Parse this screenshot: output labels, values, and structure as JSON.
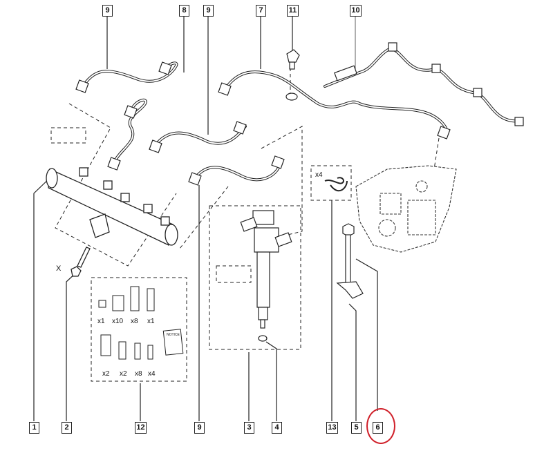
{
  "diagram": {
    "title": "Fuel injection system exploded parts diagram",
    "highlight_color": "#d0202a",
    "line_color": "#222222",
    "highlighted_callout": "6",
    "top_callouts": [
      {
        "id": "9",
        "part": "high-pressure pipe (rail to injector 1)"
      },
      {
        "id": "8",
        "part": "high-pressure pipe (rail to injector 2)"
      },
      {
        "id": "9",
        "part": "high-pressure pipe (rail to injector 3)"
      },
      {
        "id": "7",
        "part": "high-pressure pipe (pump to rail)"
      },
      {
        "id": "11",
        "part": "bolt"
      },
      {
        "id": "10",
        "part": "fuel return hose"
      }
    ],
    "bottom_callouts": [
      {
        "id": "1",
        "part": "injection rail"
      },
      {
        "id": "2",
        "part": "rail mounting bolt"
      },
      {
        "id": "12",
        "part": "seal kit"
      },
      {
        "id": "9",
        "part": "high-pressure pipe"
      },
      {
        "id": "3",
        "part": "injector"
      },
      {
        "id": "4",
        "part": "injector washer"
      },
      {
        "id": "13",
        "part": "clip"
      },
      {
        "id": "5",
        "part": "injector clamp"
      },
      {
        "id": "6",
        "part": "clamp bolt"
      }
    ],
    "rail_marker": "X",
    "clip_quantity": "x4",
    "kit": {
      "row1": [
        "x1",
        "x10",
        "x8",
        "x1"
      ],
      "row2": [
        "x2",
        "x2",
        "x8",
        "x4"
      ],
      "booklet_label": "NOTICE"
    }
  }
}
